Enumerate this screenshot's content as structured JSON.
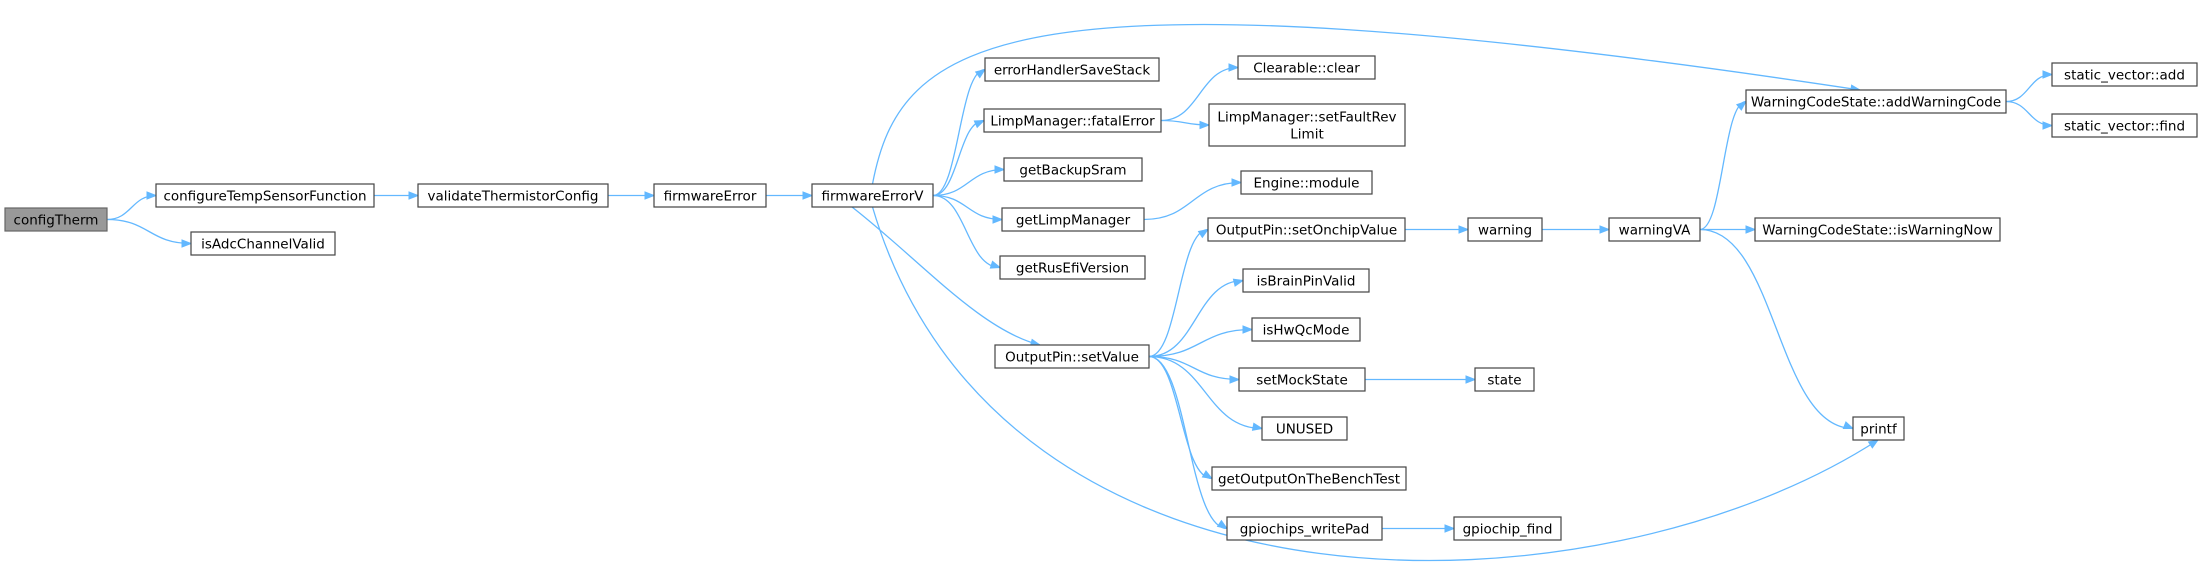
{
  "graph": {
    "colors": {
      "edge": "#63b8ff",
      "node_border": "#444444",
      "root_fill": "#999999",
      "node_fill": "#ffffff"
    },
    "nodes": [
      {
        "id": "configTherm",
        "lines": [
          "configTherm"
        ],
        "root": true
      },
      {
        "id": "configureTempSensorFunction",
        "lines": [
          "configureTempSensorFunction"
        ]
      },
      {
        "id": "isAdcChannelValid",
        "lines": [
          "isAdcChannelValid"
        ]
      },
      {
        "id": "validateThermistorConfig",
        "lines": [
          "validateThermistorConfig"
        ]
      },
      {
        "id": "firmwareError",
        "lines": [
          "firmwareError"
        ]
      },
      {
        "id": "firmwareErrorV",
        "lines": [
          "firmwareErrorV"
        ]
      },
      {
        "id": "errorHandlerSaveStack",
        "lines": [
          "errorHandlerSaveStack"
        ]
      },
      {
        "id": "LimpManager::fatalError",
        "lines": [
          "LimpManager::fatalError"
        ]
      },
      {
        "id": "getBackupSram",
        "lines": [
          "getBackupSram"
        ]
      },
      {
        "id": "getLimpManager",
        "lines": [
          "getLimpManager"
        ]
      },
      {
        "id": "getRusEfiVersion",
        "lines": [
          "getRusEfiVersion"
        ]
      },
      {
        "id": "OutputPin::setValue",
        "lines": [
          "OutputPin::setValue"
        ]
      },
      {
        "id": "Clearable::clear",
        "lines": [
          "Clearable::clear"
        ]
      },
      {
        "id": "LimpManager::setFaultRevLimit",
        "lines": [
          "LimpManager::setFaultRev",
          "Limit"
        ]
      },
      {
        "id": "Engine::module",
        "lines": [
          "Engine::module"
        ]
      },
      {
        "id": "OutputPin::setOnchipValue",
        "lines": [
          "OutputPin::setOnchipValue"
        ]
      },
      {
        "id": "isBrainPinValid",
        "lines": [
          "isBrainPinValid"
        ]
      },
      {
        "id": "isHwQcMode",
        "lines": [
          "isHwQcMode"
        ]
      },
      {
        "id": "setMockState",
        "lines": [
          "setMockState"
        ]
      },
      {
        "id": "UNUSED",
        "lines": [
          "UNUSED"
        ]
      },
      {
        "id": "getOutputOnTheBenchTest",
        "lines": [
          "getOutputOnTheBenchTest"
        ]
      },
      {
        "id": "gpiochips_writePad",
        "lines": [
          "gpiochips_writePad"
        ]
      },
      {
        "id": "warning",
        "lines": [
          "warning"
        ]
      },
      {
        "id": "state",
        "lines": [
          "state"
        ]
      },
      {
        "id": "gpiochip_find",
        "lines": [
          "gpiochip_find"
        ]
      },
      {
        "id": "warningVA",
        "lines": [
          "warningVA"
        ]
      },
      {
        "id": "WarningCodeState::addWarningCode",
        "lines": [
          "WarningCodeState::addWarningCode"
        ]
      },
      {
        "id": "WarningCodeState::isWarningNow",
        "lines": [
          "WarningCodeState::isWarningNow"
        ]
      },
      {
        "id": "printf",
        "lines": [
          "printf"
        ]
      },
      {
        "id": "static_vector::add",
        "lines": [
          "static_vector::add"
        ]
      },
      {
        "id": "static_vector::find",
        "lines": [
          "static_vector::find"
        ]
      }
    ],
    "edges": [
      [
        "configTherm",
        "configureTempSensorFunction"
      ],
      [
        "configTherm",
        "isAdcChannelValid"
      ],
      [
        "configureTempSensorFunction",
        "validateThermistorConfig"
      ],
      [
        "validateThermistorConfig",
        "firmwareError"
      ],
      [
        "firmwareError",
        "firmwareErrorV"
      ],
      [
        "firmwareErrorV",
        "errorHandlerSaveStack"
      ],
      [
        "firmwareErrorV",
        "LimpManager::fatalError"
      ],
      [
        "firmwareErrorV",
        "getBackupSram"
      ],
      [
        "firmwareErrorV",
        "getLimpManager"
      ],
      [
        "firmwareErrorV",
        "getRusEfiVersion"
      ],
      [
        "firmwareErrorV",
        "OutputPin::setValue"
      ],
      [
        "firmwareErrorV",
        "WarningCodeState::addWarningCode"
      ],
      [
        "firmwareErrorV",
        "printf"
      ],
      [
        "LimpManager::fatalError",
        "Clearable::clear"
      ],
      [
        "LimpManager::fatalError",
        "LimpManager::setFaultRevLimit"
      ],
      [
        "getLimpManager",
        "Engine::module"
      ],
      [
        "OutputPin::setValue",
        "OutputPin::setOnchipValue"
      ],
      [
        "OutputPin::setValue",
        "isBrainPinValid"
      ],
      [
        "OutputPin::setValue",
        "isHwQcMode"
      ],
      [
        "OutputPin::setValue",
        "setMockState"
      ],
      [
        "OutputPin::setValue",
        "UNUSED"
      ],
      [
        "OutputPin::setValue",
        "getOutputOnTheBenchTest"
      ],
      [
        "OutputPin::setValue",
        "gpiochips_writePad"
      ],
      [
        "OutputPin::setOnchipValue",
        "warning"
      ],
      [
        "setMockState",
        "state"
      ],
      [
        "gpiochips_writePad",
        "gpiochip_find"
      ],
      [
        "warning",
        "warningVA"
      ],
      [
        "warningVA",
        "WarningCodeState::addWarningCode"
      ],
      [
        "warningVA",
        "WarningCodeState::isWarningNow"
      ],
      [
        "warningVA",
        "printf"
      ],
      [
        "WarningCodeState::addWarningCode",
        "static_vector::add"
      ],
      [
        "WarningCodeState::addWarningCode",
        "static_vector::find"
      ]
    ]
  }
}
